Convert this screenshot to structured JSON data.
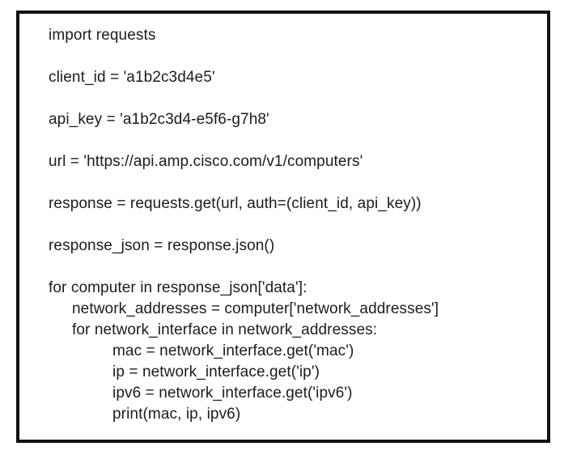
{
  "colors": {
    "background": "#ffffff",
    "border": "#111111",
    "text": "#1c1c1c"
  },
  "code": {
    "language": "python",
    "lines": [
      {
        "text": "import requests",
        "indent": 0
      },
      {
        "text": "client_id = 'a1b2c3d4e5'",
        "indent": 0
      },
      {
        "text": "api_key = 'a1b2c3d4-e5f6-g7h8'",
        "indent": 0
      },
      {
        "text": "url = 'https://api.amp.cisco.com/v1/computers'",
        "indent": 0
      },
      {
        "text": "response = requests.get(url, auth=(client_id, api_key))",
        "indent": 0
      },
      {
        "text": "response_json = response.json()",
        "indent": 0
      },
      {
        "text": "for computer in response_json['data']:",
        "indent": 0
      },
      {
        "text": "network_addresses = computer['network_addresses']",
        "indent": 1
      },
      {
        "text": "for network_interface in network_addresses:",
        "indent": 1
      },
      {
        "text": "mac = network_interface.get('mac')",
        "indent": 2
      },
      {
        "text": "ip = network_interface.get('ip')",
        "indent": 2
      },
      {
        "text": "ipv6 = network_interface.get('ipv6')",
        "indent": 2
      },
      {
        "text": "print(mac, ip, ipv6)",
        "indent": 2
      }
    ]
  }
}
